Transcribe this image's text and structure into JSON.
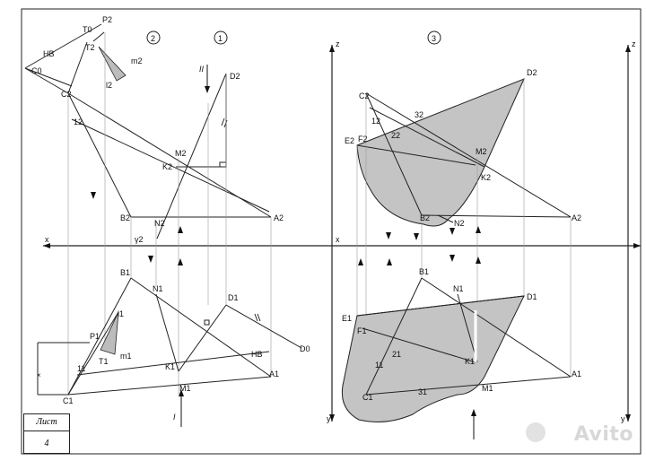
{
  "drawing": {
    "panels": [
      "2",
      "1",
      "3"
    ],
    "axes": {
      "x": "x",
      "y": "y",
      "z": "z"
    },
    "left_view": {
      "labels": [
        "T0",
        "P2",
        "T2",
        "HB",
        "C0",
        "C2",
        "m2",
        "l2",
        "12",
        "II",
        "D2",
        "M2",
        "K2",
        "B2",
        "N2",
        "A2",
        "γ2",
        "B1",
        "N1",
        "D1",
        "l1",
        "P1",
        "m1",
        "T1",
        "11",
        "K1",
        "HB",
        "D0",
        "C1",
        "M1",
        "A1",
        "I"
      ]
    },
    "right_view": {
      "labels": [
        "D2",
        "C2",
        "32",
        "12",
        "22",
        "E2",
        "F2",
        "M2",
        "K2",
        "B2",
        "N2",
        "A2",
        "B1",
        "N1",
        "D1",
        "E1",
        "F1",
        "21",
        "11",
        "K1",
        "C1",
        "31",
        "M1",
        "A1"
      ]
    }
  },
  "stamp": {
    "title": "Лист",
    "number": "4"
  },
  "watermark": {
    "text": "Avito"
  }
}
